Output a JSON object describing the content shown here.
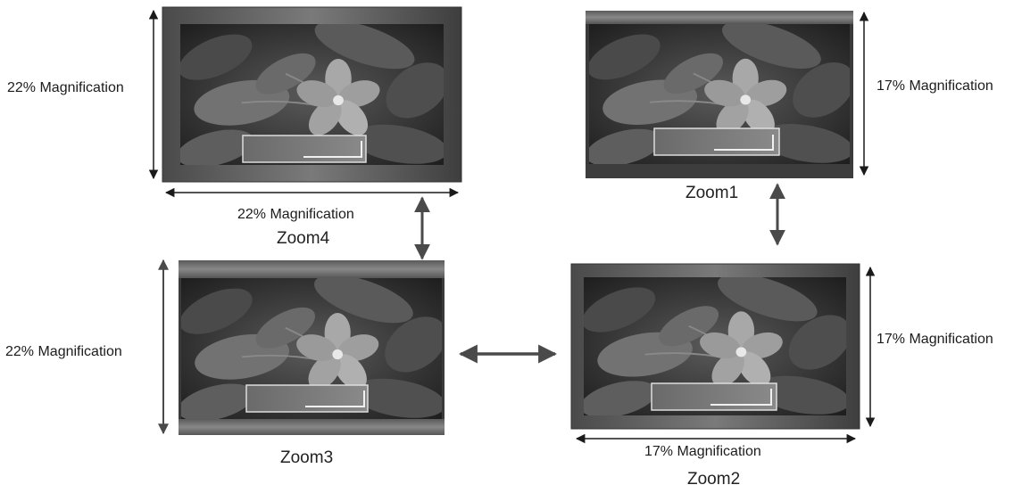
{
  "panels": {
    "zoom4": {
      "caption": "Zoom4",
      "horizontal_label": "22% Magnification",
      "vertical_label": "22% Magnification"
    },
    "zoom1": {
      "caption": "Zoom1",
      "vertical_label": "17% Magnification"
    },
    "zoom3": {
      "caption": "Zoom3",
      "vertical_label": "22% Magnification"
    },
    "zoom2": {
      "caption": "Zoom2",
      "horizontal_label": "17% Magnification",
      "vertical_label": "17% Magnification"
    }
  },
  "colors": {
    "frame_dark": "#3a3a3a",
    "frame_light": "#8a8a8a",
    "photo_bg": "#2b2b2b",
    "leaf": "#6e6e6e",
    "arrow": "#1a1a1a"
  },
  "icons": [
    "double-arrow-icon",
    "flower-photo",
    "osd-box-icon"
  ]
}
